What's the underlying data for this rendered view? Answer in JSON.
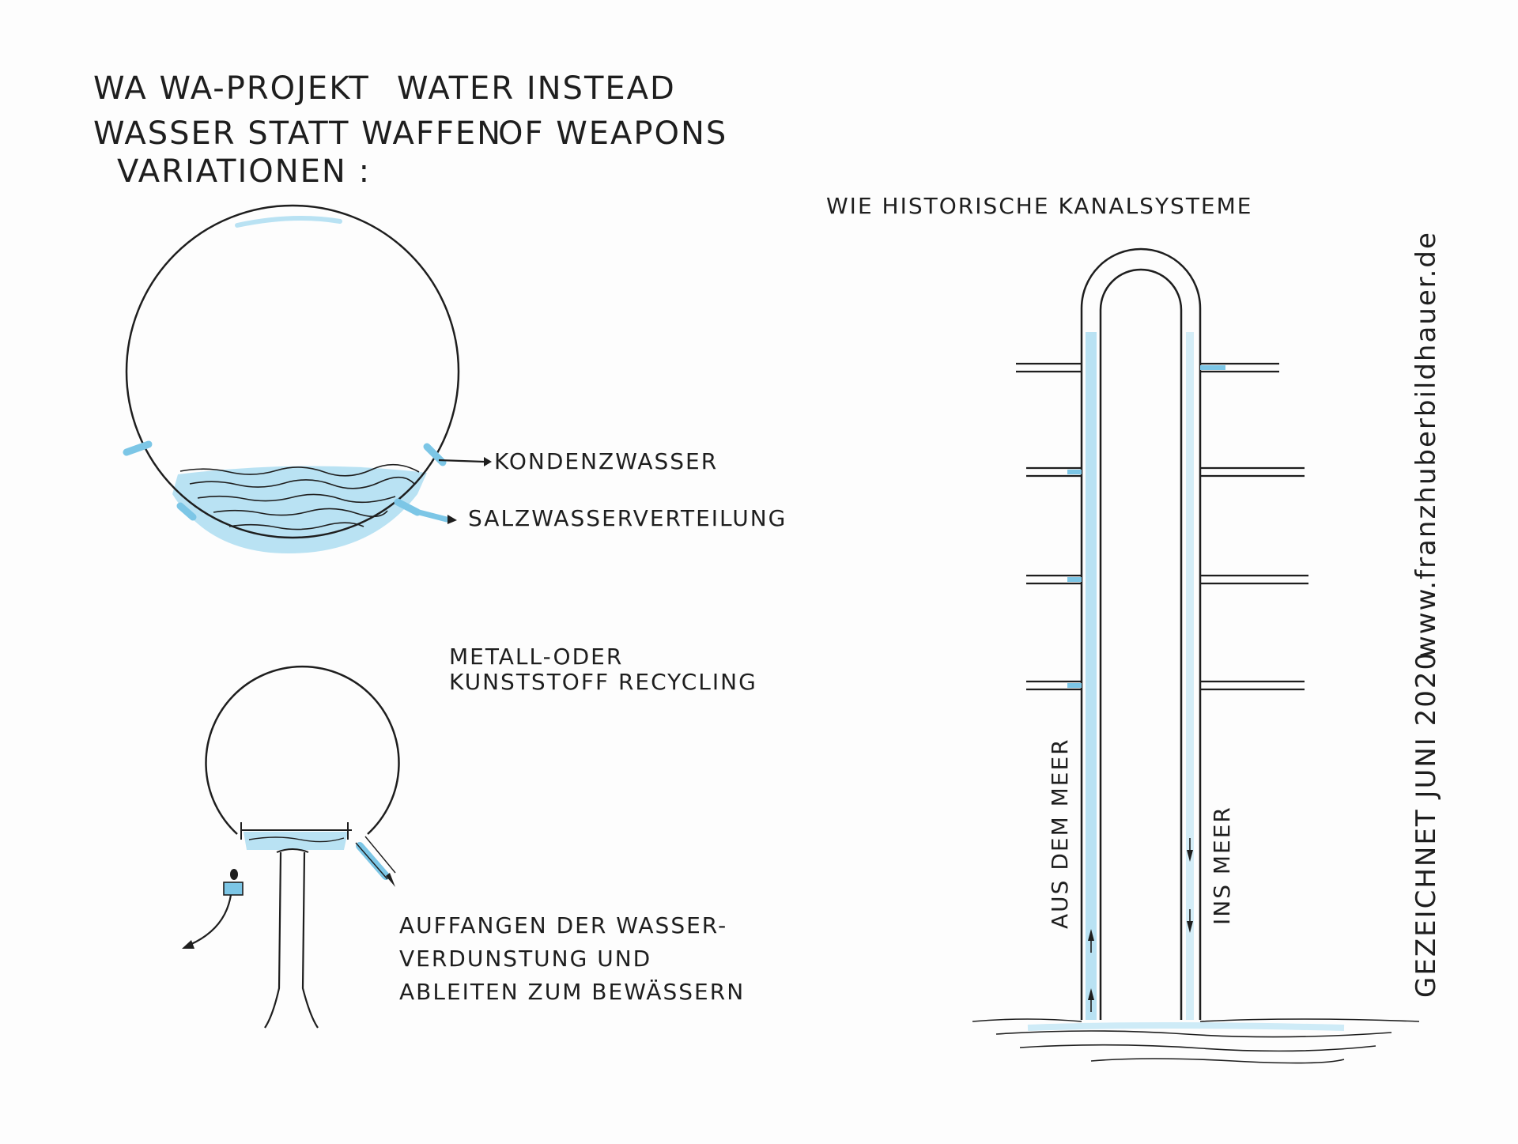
{
  "title": {
    "line1_de": "WA WA-PROJEKT",
    "line2_de": "WASSER STATT WAFFEN",
    "line3_de": "VARIATIONEN :",
    "line1_en": "WATER INSTEAD",
    "line2_en": "OF WEAPONS"
  },
  "sphere_large": {
    "label_condensate": "KONDENZWASSER",
    "label_saltwater": "SALZWASSERVERTEILUNG"
  },
  "sphere_small": {
    "label_material_1": "METALL-ODER",
    "label_material_2": "KUNSTSTOFF RECYCLING",
    "label_capture_1": "AUFFANGEN DER WASSER-",
    "label_capture_2": "VERDUNSTUNG UND",
    "label_capture_3": "ABLEITEN ZUM BEWÄSSERN"
  },
  "canal": {
    "heading": "WIE HISTORISCHE KANALSYSTEME",
    "label_in": "AUS DEM MEER",
    "label_out": "INS MEER"
  },
  "credit": {
    "drawn": "GEZEICHNET JUNI 2020",
    "url": "www.franzhuberbildhauer.de"
  },
  "colors": {
    "ink": "#1e1e1e",
    "water": "#7cc6e6",
    "water_light": "#b9e2f3"
  }
}
